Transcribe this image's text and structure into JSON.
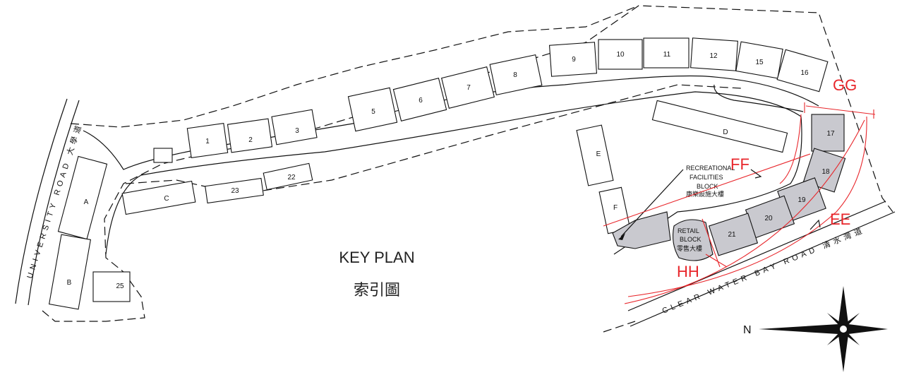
{
  "title": {
    "en": "KEY PLAN",
    "zh": "索引圖"
  },
  "towers": [
    "1",
    "2",
    "3",
    "5",
    "6",
    "7",
    "8",
    "9",
    "10",
    "11",
    "12",
    "15",
    "16",
    "17",
    "18",
    "19",
    "20",
    "21",
    "22",
    "23",
    "25"
  ],
  "blocks": [
    "A",
    "B",
    "C",
    "D",
    "E",
    "F"
  ],
  "facilities": {
    "recreational_line1": "RECREATIONAL",
    "recreational_line2": "FACILITIES",
    "recreational_line3": "BLOCK",
    "recreational_zh": "康樂設施大樓",
    "retail_line1": "RETAIL",
    "retail_line2": "BLOCK",
    "retail_zh": "零售大樓"
  },
  "roads": {
    "university": "UNIVERSITY ROAD 大學道",
    "clear_water_bay": "CLEAR WATER BAY ROAD 清水灣道"
  },
  "sections": [
    "GG",
    "FF",
    "EE",
    "HH"
  ],
  "north_label": "N",
  "colors": {
    "section_red": "#e8262b",
    "highlight_grey": "#c9c9cf"
  }
}
